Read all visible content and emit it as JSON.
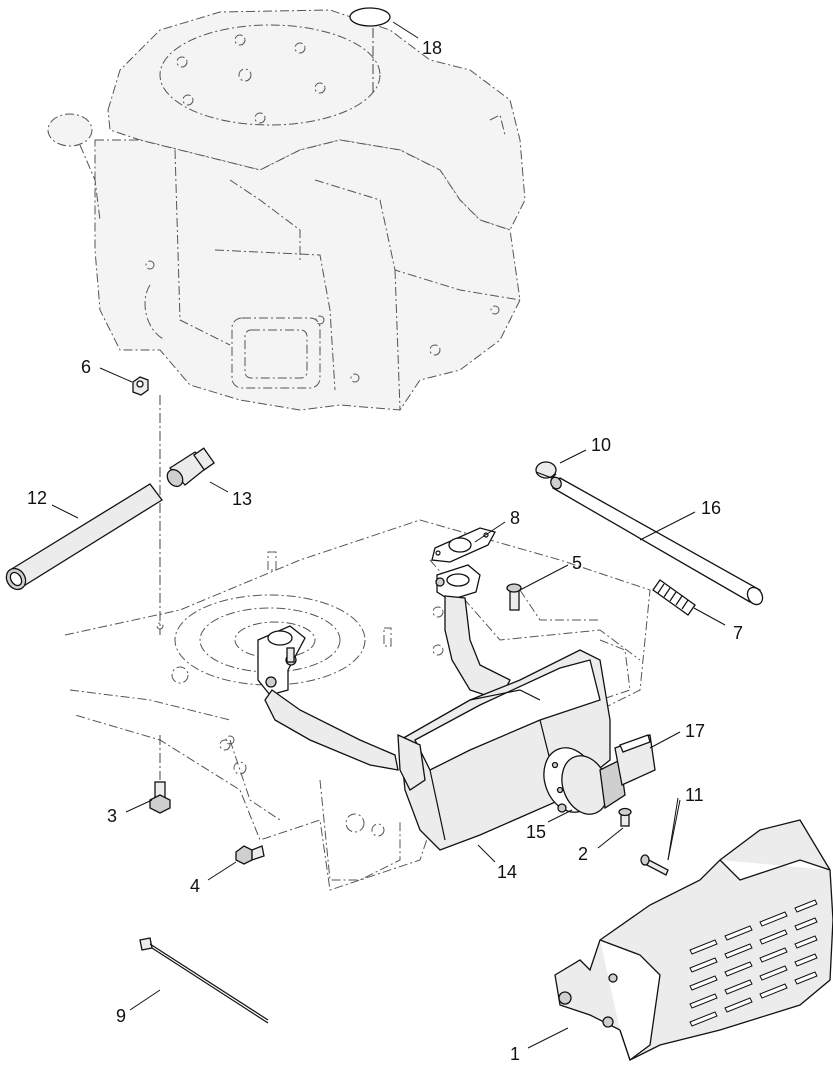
{
  "callouts": [
    {
      "id": "1",
      "label": "1"
    },
    {
      "id": "2",
      "label": "2"
    },
    {
      "id": "3",
      "label": "3"
    },
    {
      "id": "4",
      "label": "4"
    },
    {
      "id": "5",
      "label": "5"
    },
    {
      "id": "6",
      "label": "6"
    },
    {
      "id": "7",
      "label": "7"
    },
    {
      "id": "8",
      "label": "8"
    },
    {
      "id": "9",
      "label": "9"
    },
    {
      "id": "10",
      "label": "10"
    },
    {
      "id": "11",
      "label": "11"
    },
    {
      "id": "12",
      "label": "12"
    },
    {
      "id": "13",
      "label": "13"
    },
    {
      "id": "14",
      "label": "14"
    },
    {
      "id": "15",
      "label": "15"
    },
    {
      "id": "16",
      "label": "16"
    },
    {
      "id": "17",
      "label": "17"
    },
    {
      "id": "18",
      "label": "18"
    }
  ],
  "colors": {
    "line": "#111111",
    "background": "#ffffff",
    "part_fill": "#ececec"
  }
}
